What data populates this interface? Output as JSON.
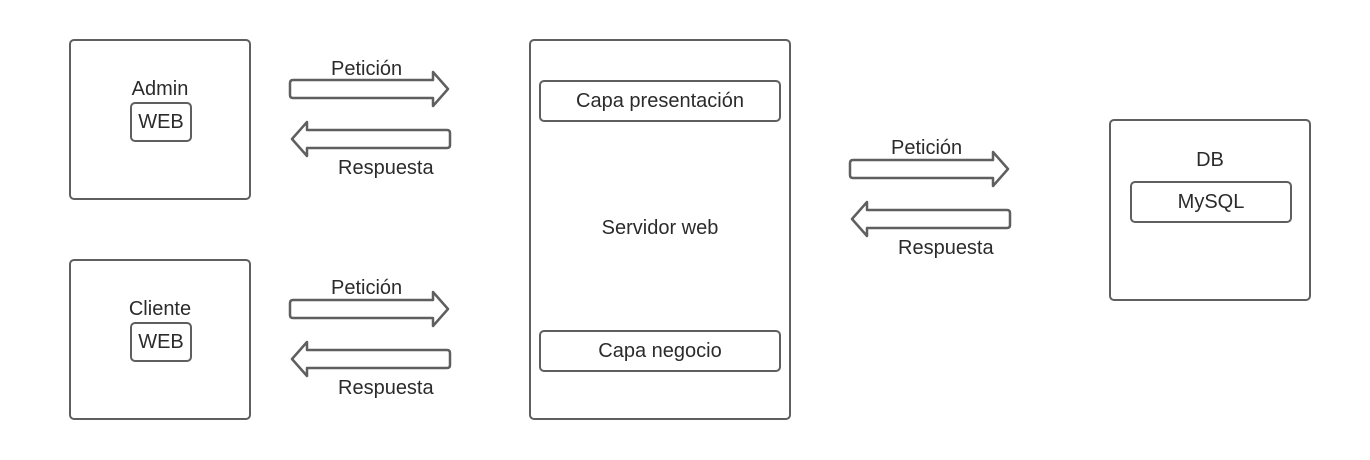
{
  "diagram": {
    "admin_box": {
      "title": "Admin",
      "tag": "WEB"
    },
    "cliente_box": {
      "title": "Cliente",
      "tag": "WEB"
    },
    "server_box": {
      "title": "Servidor web",
      "top_layer": "Capa presentación",
      "bottom_layer": "Capa negocio"
    },
    "db_box": {
      "title": "DB",
      "engine": "MySQL"
    },
    "flows": {
      "admin_request": "Petición",
      "admin_response": "Respuesta",
      "cliente_request": "Petición",
      "cliente_response": "Respuesta",
      "db_request": "Petición",
      "db_response": "Respuesta"
    },
    "colors": {
      "stroke": "#5f5f5f",
      "text": "#2b2b2b",
      "background": "#ffffff"
    }
  }
}
